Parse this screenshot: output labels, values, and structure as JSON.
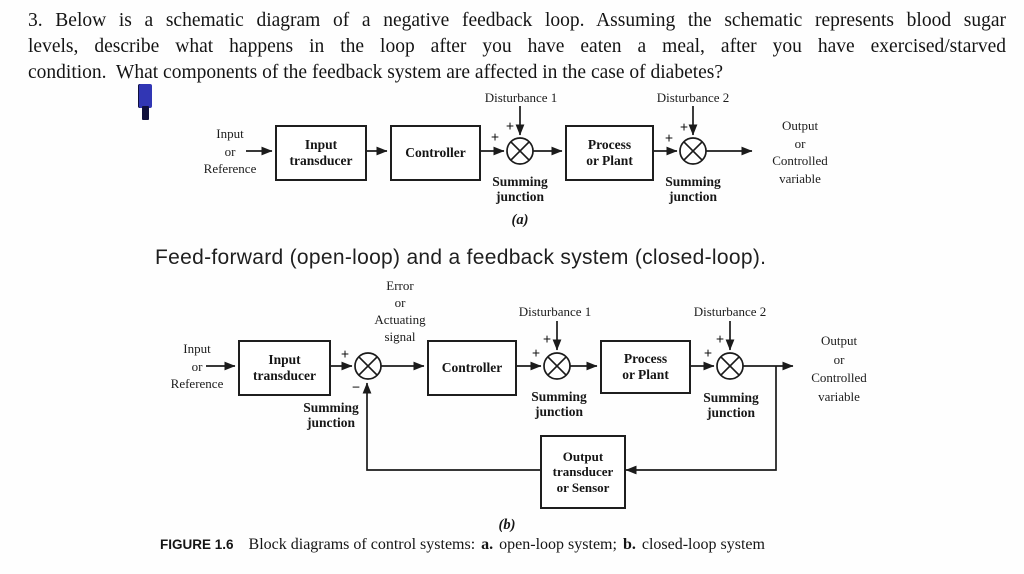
{
  "question": {
    "line1": "3. Below is a schematic diagram of a negative feedback loop. Assuming the schematic represents blood sugar",
    "line2": "levels, describe what happens in the loop after you have eaten a meal, after you have exercised/starved",
    "line3": "condition.  What components of the feedback system are affected in the case of diabetes?"
  },
  "section_heading": "Feed-forward (open-loop) and a feedback system (closed-loop).",
  "signs": {
    "plus": "+",
    "minus": "−"
  },
  "diagram_a": {
    "tag": "(a)",
    "disturbance1": "Disturbance 1",
    "disturbance2": "Disturbance 2",
    "input_label": "Input\nor\nReference",
    "input_transducer": "Input\ntransducer",
    "controller": "Controller",
    "process": "Process\nor Plant",
    "summing1": "Summing\njunction",
    "summing2": "Summing\njunction",
    "output_label": "Output\nor\nControlled\nvariable"
  },
  "diagram_b": {
    "tag": "(b)",
    "error_label": "Error\nor\nActuating\nsignal",
    "disturbance1": "Disturbance 1",
    "disturbance2": "Disturbance 2",
    "input_label": "Input\nor\nReference",
    "input_transducer": "Input\ntransducer",
    "controller": "Controller",
    "process": "Process\nor Plant",
    "output_transducer": "Output\ntransducer\nor Sensor",
    "summing1": "Summing\njunction",
    "summing2": "Summing\njunction",
    "summing3": "Summing\njunction",
    "output_label": "Output\nor\nControlled\nvariable"
  },
  "caption": {
    "figure_label": "FIGURE 1.6",
    "text1": "Block diagrams of control systems:",
    "a_label": "a.",
    "text2": "open-loop system;",
    "b_label": "b.",
    "text3": "closed-loop system"
  },
  "colors": {
    "cursor_blue": "#3136b4",
    "cursor_stem": "#10103c",
    "ink": "#1b1b1b",
    "background": "#fefefe"
  }
}
